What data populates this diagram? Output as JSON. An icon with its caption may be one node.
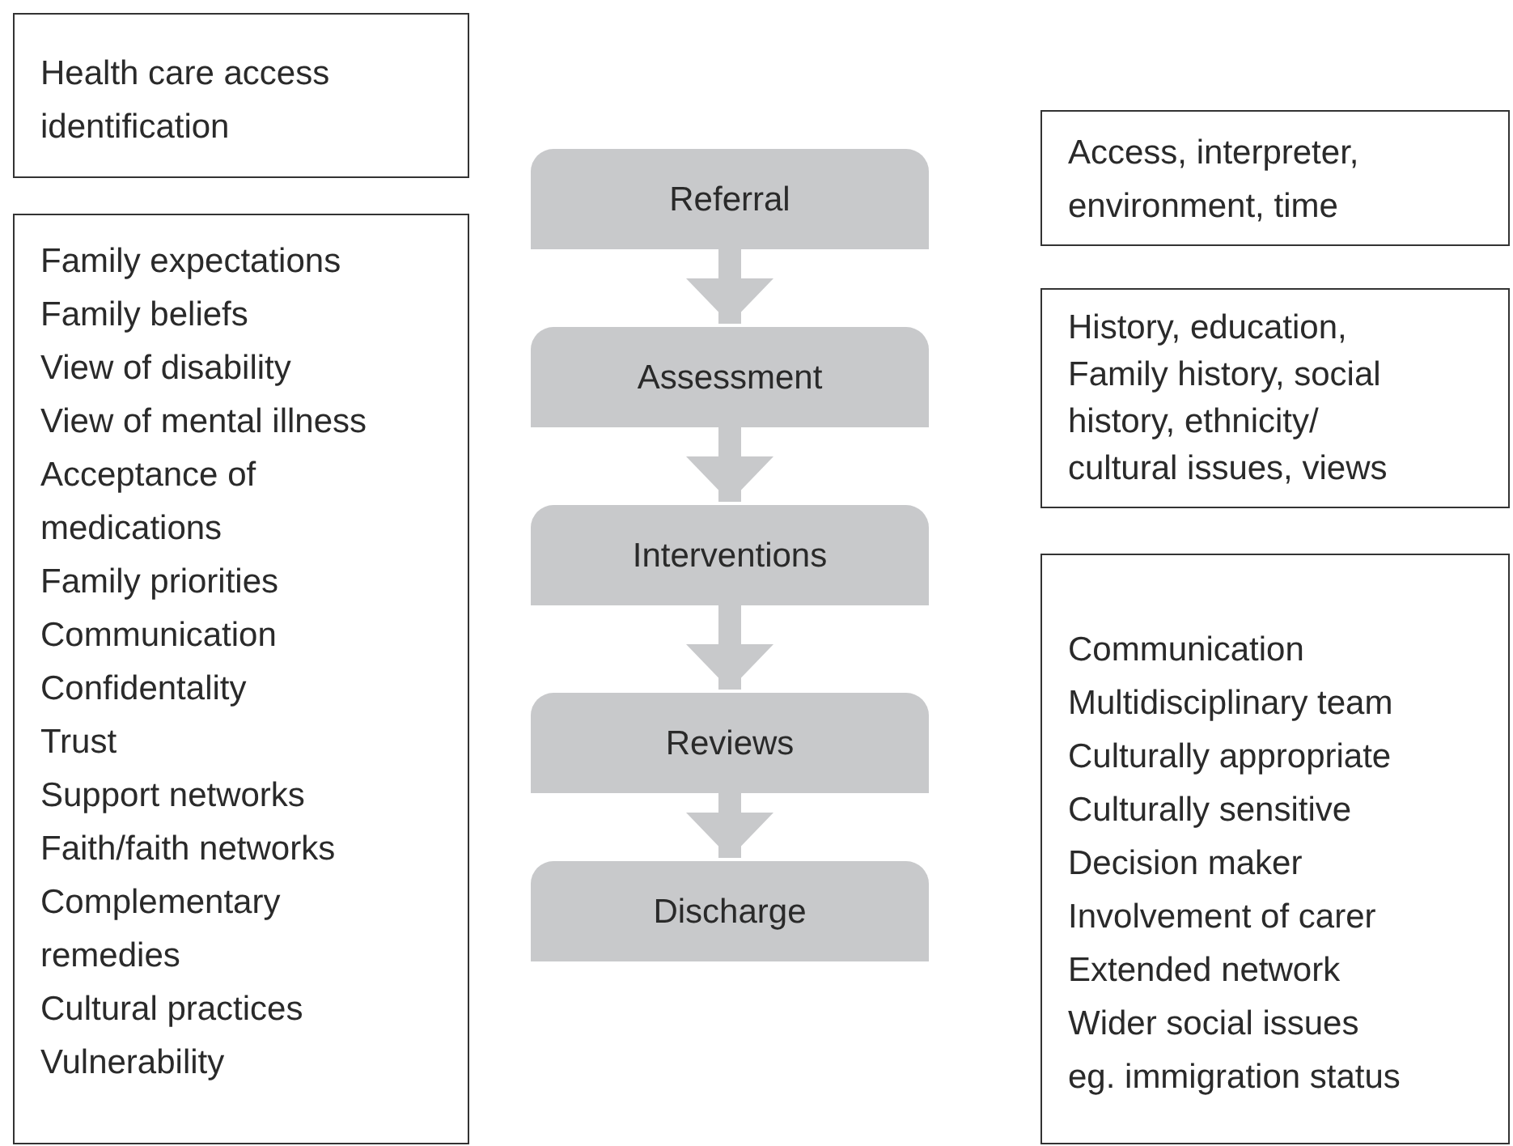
{
  "diagram": {
    "nodes": [
      {
        "text": [
          "Health care access identification"
        ]
      },
      {
        "text": [
          "Family expectations",
          "Family beliefs",
          "View of disability",
          "View of mental illness",
          "Acceptance of medications",
          "Family priorities",
          "Communication",
          "Confidentality",
          "Trust",
          "Support networks",
          "Faith/faith networks",
          "Complementary remedies",
          "Cultural practices",
          "Vulnerability"
        ]
      },
      {
        "text": [
          "Referral"
        ]
      },
      {
        "text": [
          "Assessment"
        ]
      },
      {
        "text": [
          "Interventions"
        ]
      },
      {
        "text": [
          "Reviews"
        ]
      },
      {
        "text": [
          "Discharge"
        ]
      },
      {
        "text": [
          "Access, interpreter, environment, time"
        ]
      },
      {
        "text": [
          "History, education, Family history, social history, ethnicity/ cultural issues, views"
        ]
      },
      {
        "text": [
          "Communication",
          "Multidisciplinary team",
          "Culturally appropriate",
          "Culturally sensitive",
          "Decision maker",
          "Involvement of carer",
          "Extended network",
          "Wider social issues",
          "eg. immigration status"
        ]
      }
    ],
    "edges": [
      {
        "from": 2,
        "to": 3,
        "arrow": "to"
      },
      {
        "from": 3,
        "to": 4,
        "arrow": "to"
      },
      {
        "from": 4,
        "to": 5,
        "arrow": "to"
      },
      {
        "from": 5,
        "to": 6,
        "arrow": "to"
      }
    ]
  }
}
